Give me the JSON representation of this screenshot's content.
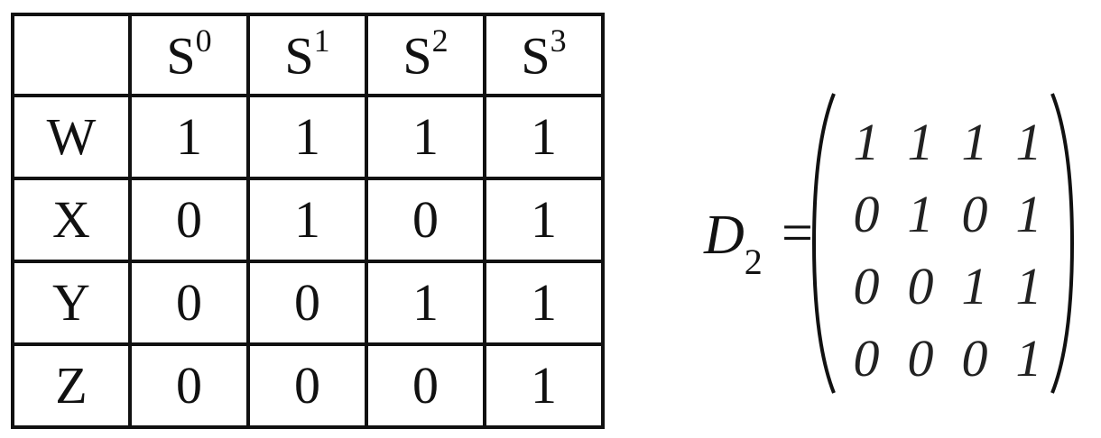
{
  "table": {
    "corner": "",
    "state_base": "S",
    "columns": [
      {
        "sup": "0"
      },
      {
        "sup": "1"
      },
      {
        "sup": "2"
      },
      {
        "sup": "3"
      }
    ],
    "rows": [
      {
        "label": "W",
        "cells": [
          "1",
          "1",
          "1",
          "1"
        ]
      },
      {
        "label": "X",
        "cells": [
          "0",
          "1",
          "0",
          "1"
        ]
      },
      {
        "label": "Y",
        "cells": [
          "0",
          "0",
          "1",
          "1"
        ]
      },
      {
        "label": "Z",
        "cells": [
          "0",
          "0",
          "0",
          "1"
        ]
      }
    ]
  },
  "matrix": {
    "name": "D",
    "subscript": "2",
    "equals": "=",
    "rows": [
      [
        "1",
        "1",
        "1",
        "1"
      ],
      [
        "0",
        "1",
        "0",
        "1"
      ],
      [
        "0",
        "0",
        "1",
        "1"
      ],
      [
        "0",
        "0",
        "0",
        "1"
      ]
    ]
  }
}
